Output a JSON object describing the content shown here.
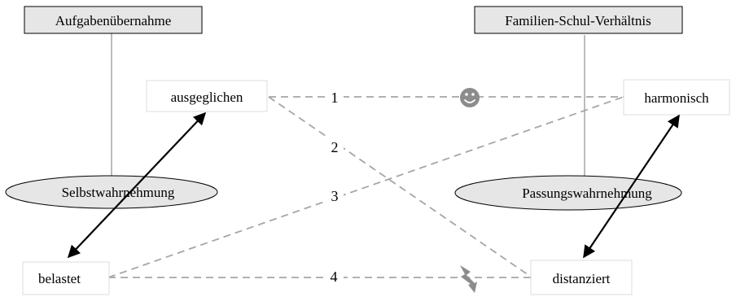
{
  "headers": {
    "left": "Aufgabenübernahme",
    "right": "Familien-Schul-Verhältnis"
  },
  "ellipses": {
    "left": "Selbstwahrnehmung",
    "right": "Passungswahrnehmung"
  },
  "states": {
    "left_top": "ausgeglichen",
    "left_bottom": "belastet",
    "right_top": "harmonisch",
    "right_bottom": "distanziert"
  },
  "links": [
    {
      "label": "1",
      "from": "ausgeglichen",
      "to": "harmonisch",
      "symbol": "smiley-icon"
    },
    {
      "label": "2",
      "from": "ausgeglichen",
      "to": "distanziert"
    },
    {
      "label": "3",
      "from": "belastet",
      "to": "harmonisch"
    },
    {
      "label": "4",
      "from": "belastet",
      "to": "distanziert",
      "symbol": "lightning-icon"
    }
  ],
  "colors": {
    "header_fill": "#e6e6e6",
    "ellipse_fill": "#e6e6e6",
    "dashed_line": "#a6a6a6",
    "symbol": "#8c8c8c",
    "arrow": "#000000"
  }
}
